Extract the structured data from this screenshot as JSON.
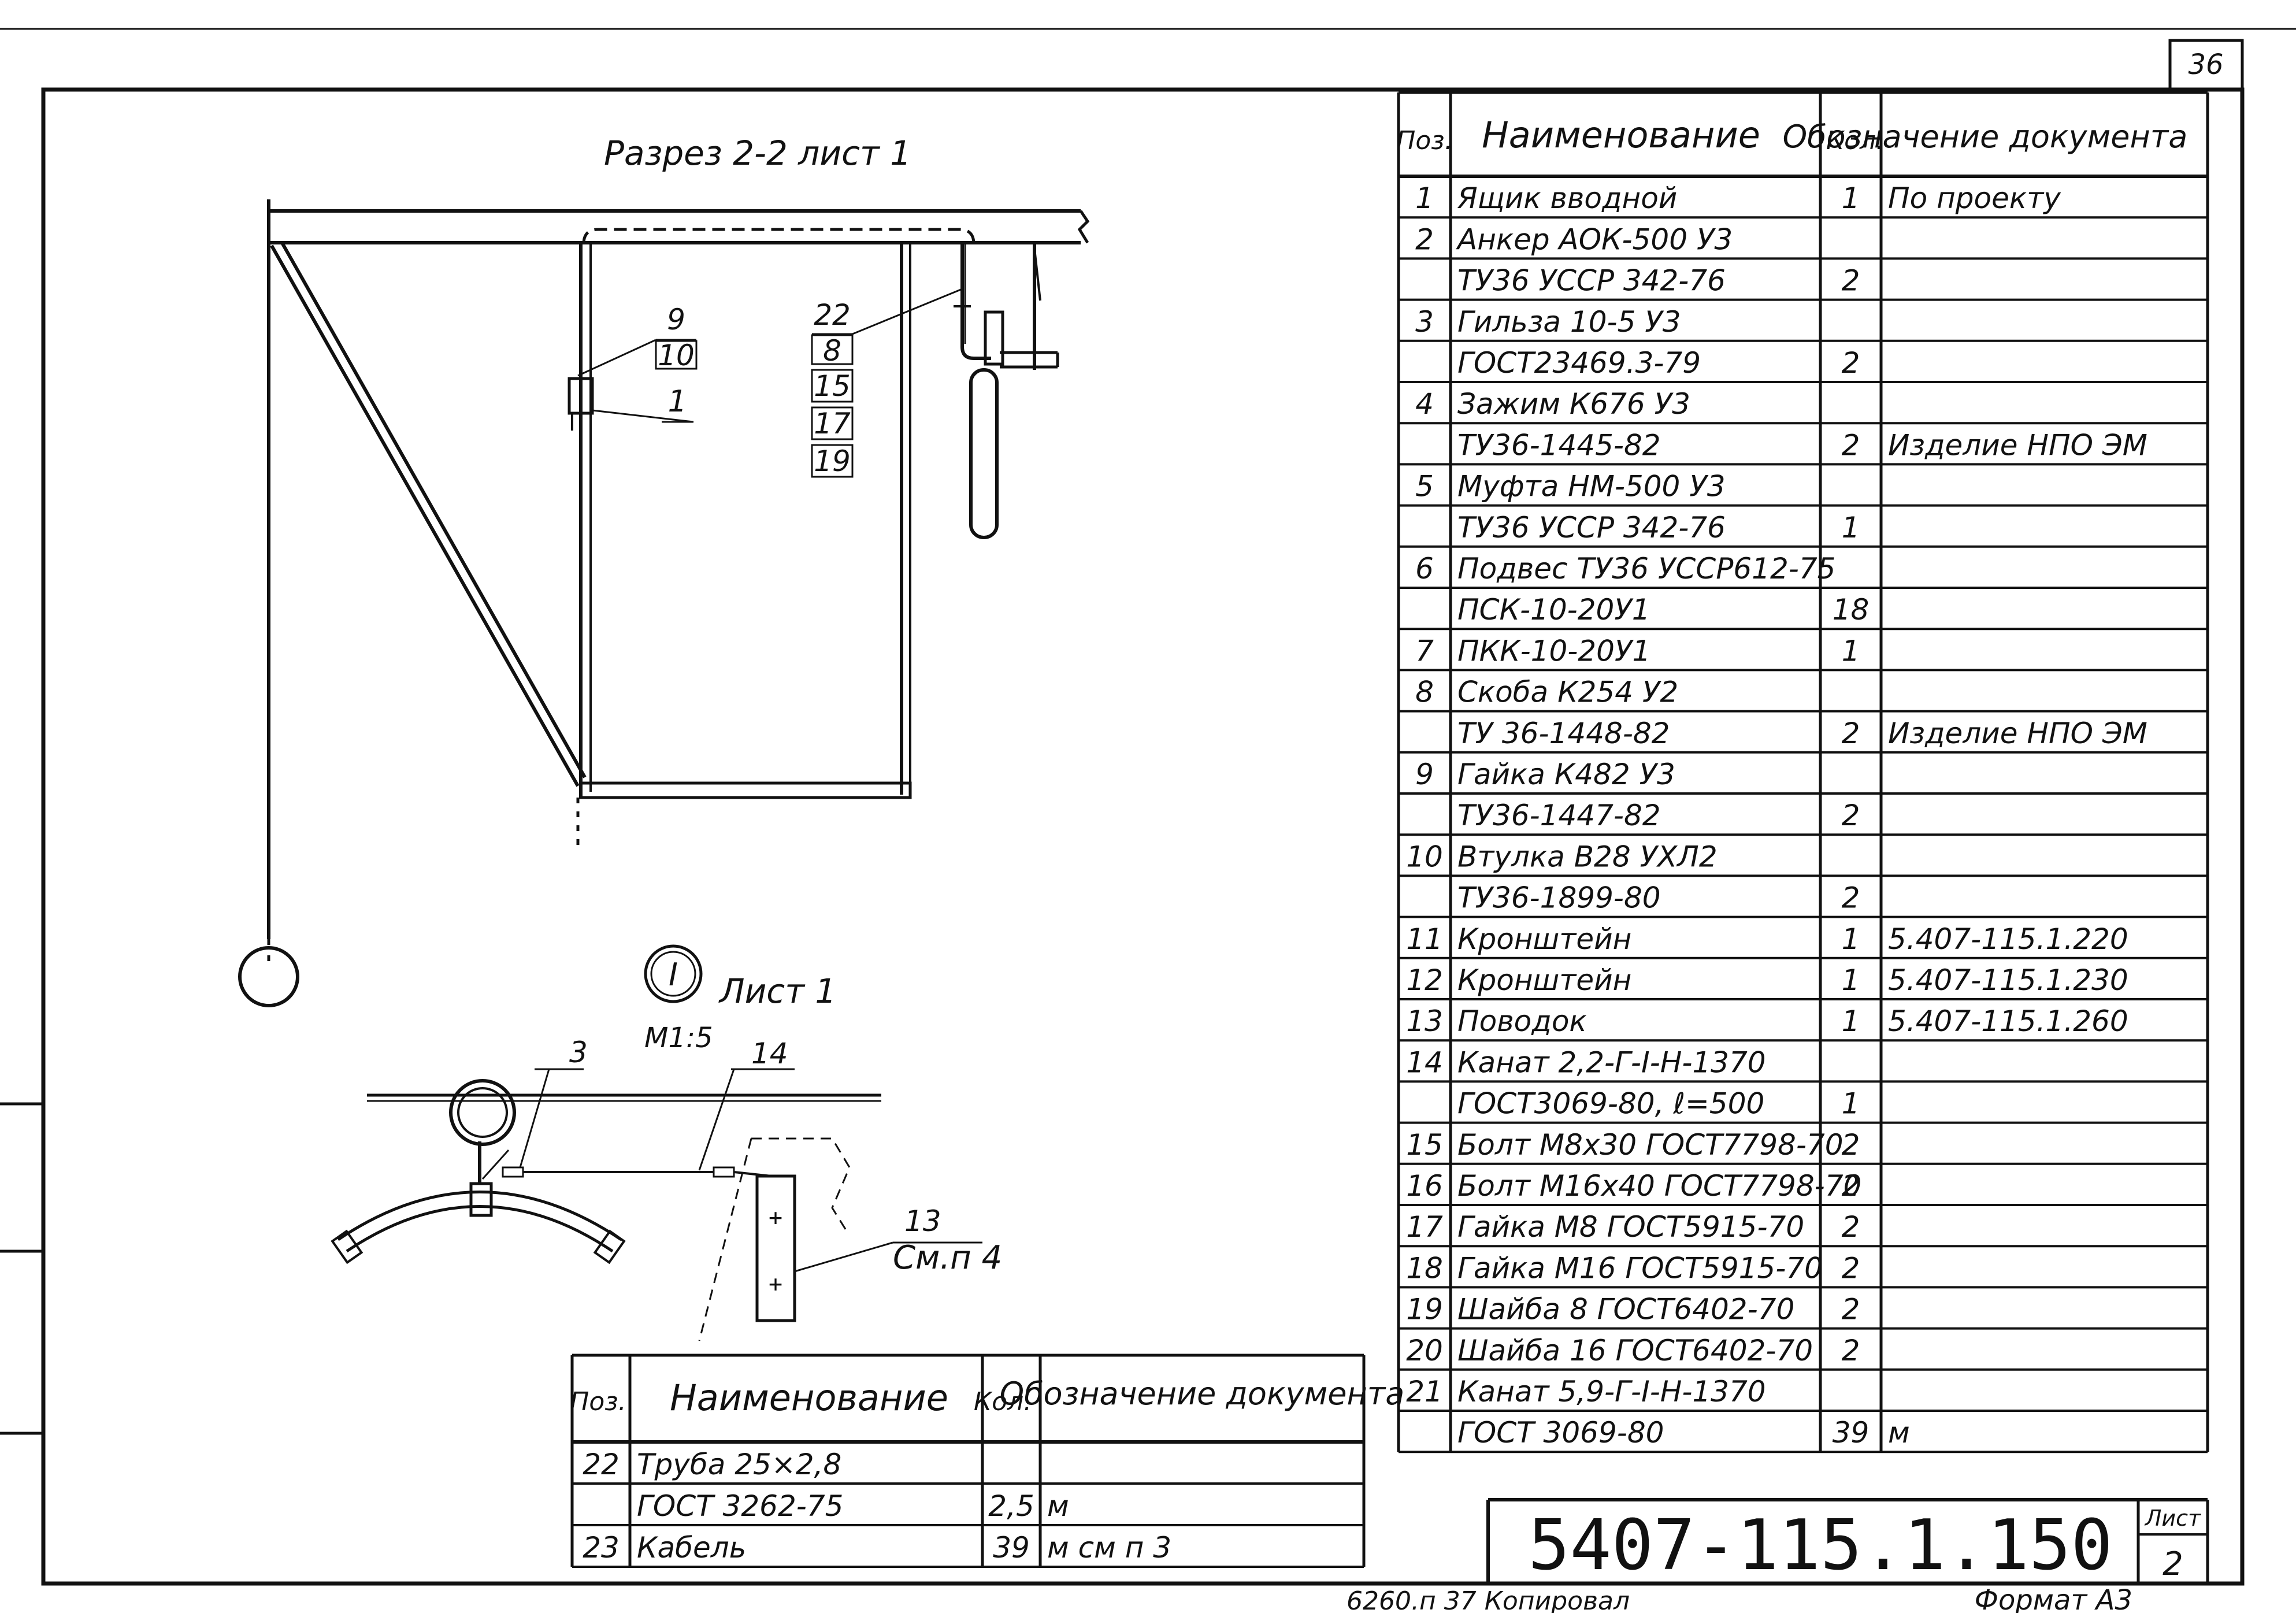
{
  "sheet_number": "36",
  "section_title": "Разрез 2-2 лист 1",
  "callouts_left": [
    "9",
    "10",
    "1"
  ],
  "callouts_right": [
    "22",
    "8",
    "15",
    "17",
    "19"
  ],
  "detail": {
    "marker": "I",
    "sheet_ref": "Лист 1",
    "scale": "М1:5",
    "label_3": "3",
    "label_14": "14",
    "label_13": "13",
    "note": "См.п 4"
  },
  "main_table": {
    "headers": {
      "pos": "Поз.",
      "name": "Наименование",
      "qty": "Кол.",
      "doc": "Обозначение документа"
    },
    "rows": [
      {
        "pos": "1",
        "name": "Ящик вводной",
        "qty": "1",
        "doc": "По проекту"
      },
      {
        "pos": "2",
        "name": "Анкер АОК-500 У3",
        "qty": "",
        "doc": ""
      },
      {
        "pos": "",
        "name": "ТУ36 УССР 342-76",
        "qty": "2",
        "doc": ""
      },
      {
        "pos": "3",
        "name": "Гильза 10-5 У3",
        "qty": "",
        "doc": ""
      },
      {
        "pos": "",
        "name": "ГОСТ23469.3-79",
        "qty": "2",
        "doc": ""
      },
      {
        "pos": "4",
        "name": "Зажим К676 У3",
        "qty": "",
        "doc": ""
      },
      {
        "pos": "",
        "name": "ТУ36-1445-82",
        "qty": "2",
        "doc": "Изделие НПО ЭМ"
      },
      {
        "pos": "5",
        "name": "Муфта НМ-500 У3",
        "qty": "",
        "doc": ""
      },
      {
        "pos": "",
        "name": "ТУ36 УССР 342-76",
        "qty": "1",
        "doc": ""
      },
      {
        "pos": "6",
        "name": "Подвес ТУ36 УССР612-75",
        "qty": "",
        "doc": ""
      },
      {
        "pos": "",
        "name": "ПСК-10-20У1",
        "qty": "18",
        "doc": ""
      },
      {
        "pos": "7",
        "name": "ПКК-10-20У1",
        "qty": "1",
        "doc": ""
      },
      {
        "pos": "8",
        "name": "Скоба К254 У2",
        "qty": "",
        "doc": ""
      },
      {
        "pos": "",
        "name": "ТУ 36-1448-82",
        "qty": "2",
        "doc": "Изделие НПО ЭМ"
      },
      {
        "pos": "9",
        "name": "Гайка К482 У3",
        "qty": "",
        "doc": ""
      },
      {
        "pos": "",
        "name": "ТУ36-1447-82",
        "qty": "2",
        "doc": ""
      },
      {
        "pos": "10",
        "name": "Втулка В28 УХЛ2",
        "qty": "",
        "doc": ""
      },
      {
        "pos": "",
        "name": "ТУ36-1899-80",
        "qty": "2",
        "doc": ""
      },
      {
        "pos": "11",
        "name": "Кронштейн",
        "qty": "1",
        "doc": "5.407-115.1.220"
      },
      {
        "pos": "12",
        "name": "Кронштейн",
        "qty": "1",
        "doc": "5.407-115.1.230"
      },
      {
        "pos": "13",
        "name": "Поводок",
        "qty": "1",
        "doc": "5.407-115.1.260"
      },
      {
        "pos": "14",
        "name": "Канат 2,2-Г-I-Н-1370",
        "qty": "",
        "doc": ""
      },
      {
        "pos": "",
        "name": "ГОСТ3069-80, ℓ=500",
        "qty": "1",
        "doc": ""
      },
      {
        "pos": "15",
        "name": "Болт М8х30 ГОСТ7798-70",
        "qty": "2",
        "doc": ""
      },
      {
        "pos": "16",
        "name": "Болт М16х40 ГОСТ7798-70",
        "qty": "2",
        "doc": ""
      },
      {
        "pos": "17",
        "name": "Гайка М8 ГОСТ5915-70",
        "qty": "2",
        "doc": ""
      },
      {
        "pos": "18",
        "name": "Гайка М16 ГОСТ5915-70",
        "qty": "2",
        "doc": ""
      },
      {
        "pos": "19",
        "name": "Шайба 8 ГОСТ6402-70",
        "qty": "2",
        "doc": ""
      },
      {
        "pos": "20",
        "name": "Шайба 16 ГОСТ6402-70",
        "qty": "2",
        "doc": ""
      },
      {
        "pos": "21",
        "name": "Канат 5,9-Г-I-Н-1370",
        "qty": "",
        "doc": ""
      },
      {
        "pos": "",
        "name": "ГОСТ 3069-80",
        "qty": "39",
        "doc": "м"
      }
    ]
  },
  "small_table": {
    "headers": {
      "pos": "Поз.",
      "name": "Наименование",
      "qty": "Кол.",
      "doc": "Обозначение документа"
    },
    "rows": [
      {
        "pos": "22",
        "name": "Труба 25×2,8",
        "qty": "",
        "doc": ""
      },
      {
        "pos": "",
        "name": "ГОСТ 3262-75",
        "qty": "2,5",
        "doc": "м"
      },
      {
        "pos": "23",
        "name": "Кабель",
        "qty": "39",
        "doc": "м см п 3"
      }
    ]
  },
  "stamp": {
    "designation": "5407-115.1.150",
    "sheet_label": "Лист",
    "sheet_value": "2"
  },
  "footer": {
    "left": "6260.п  37  Копировал",
    "right": "Формат А3"
  }
}
